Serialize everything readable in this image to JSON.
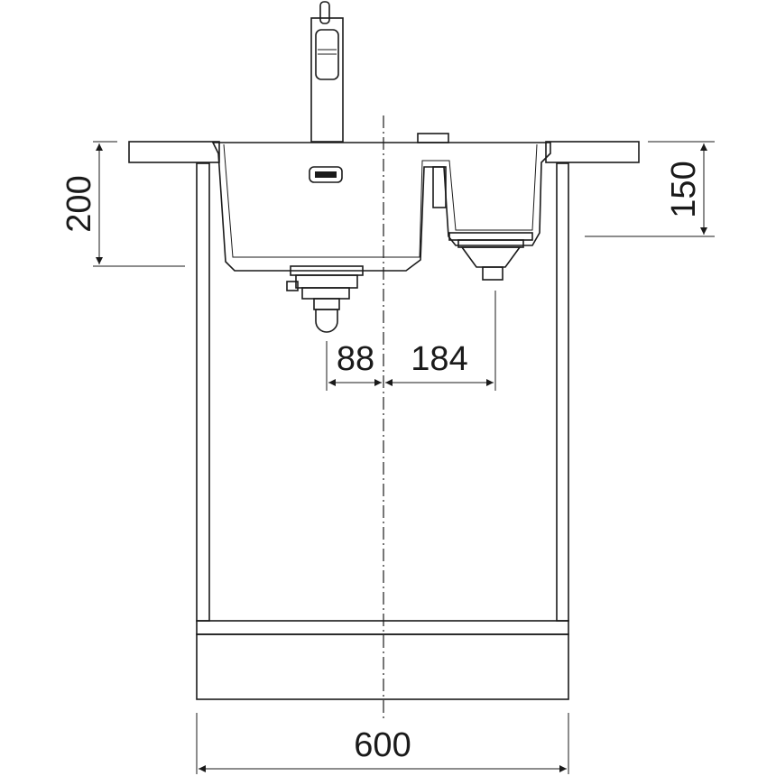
{
  "dimensions": {
    "countertop_to_bowl_bottom_left": "200",
    "countertop_to_bowl_bottom_right": "150",
    "left_drain_offset": "88",
    "right_drain_offset": "184",
    "cabinet_width": "600"
  },
  "line_color": "#1a1a1a"
}
